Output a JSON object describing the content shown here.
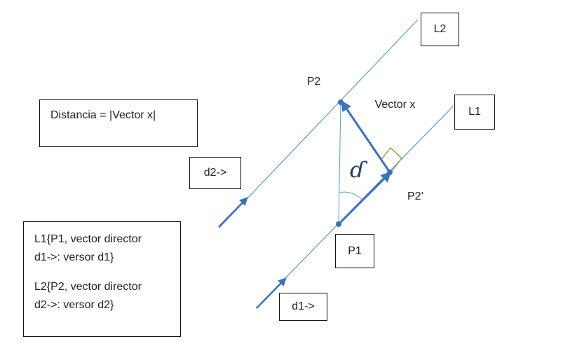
{
  "labels": {
    "l2": "L2",
    "p2": "P2",
    "vector_x": "Vector x",
    "l1": "L1",
    "d2": "d2->",
    "p2_prime": "P2’",
    "p1": "P1",
    "d1": "d1->"
  },
  "distance_box": {
    "text": "Distancia = |Vector x|"
  },
  "definitions": {
    "line1a": "L1{P1, vector director",
    "line1b": "d1->: versor d1}",
    "line2a": "L2{P2, vector director",
    "line2b": "d2->: versor d2}"
  },
  "angle_symbol": "ɗ",
  "colors": {
    "line": "#5b9bd5",
    "vector": "#3f6fbf",
    "angle_arc": "#5b9bd5",
    "right_angle": "#70ad47",
    "angle_symbol": "#1f3b72",
    "box_border": "#111111",
    "text": "#222222",
    "background": "#ffffff"
  }
}
